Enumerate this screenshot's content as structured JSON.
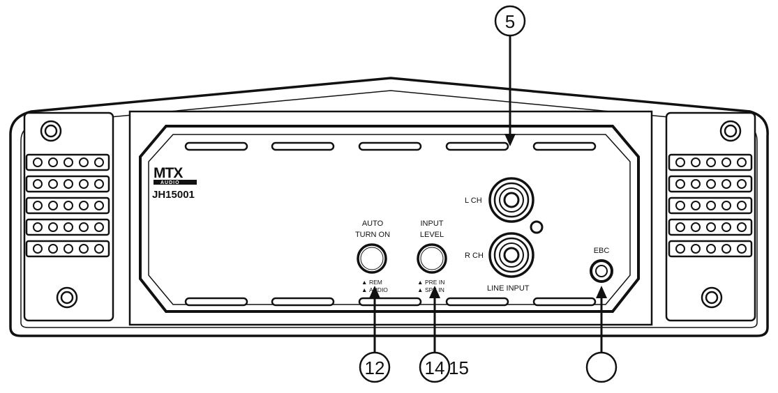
{
  "brand": {
    "logo": "MTX",
    "logo_sub": "AUDIO",
    "model": "JH15001"
  },
  "controls": {
    "auto_turn_on": {
      "label_line1": "AUTO",
      "label_line2": "TURN ON",
      "opt1": "REM",
      "opt2": "AUDIO"
    },
    "input_level": {
      "label_line1": "INPUT",
      "label_line2": "LEVEL",
      "opt1": "PRE IN",
      "opt2": "SPK IN"
    },
    "l_ch": "L CH",
    "r_ch": "R CH",
    "line_input": "LINE INPUT",
    "ebc": "EBC"
  },
  "callouts": {
    "top": "5",
    "left": "12",
    "middle": "14",
    "middle_extra": "15",
    "right": ""
  },
  "colors": {
    "line": "#111111",
    "background": "#ffffff"
  }
}
